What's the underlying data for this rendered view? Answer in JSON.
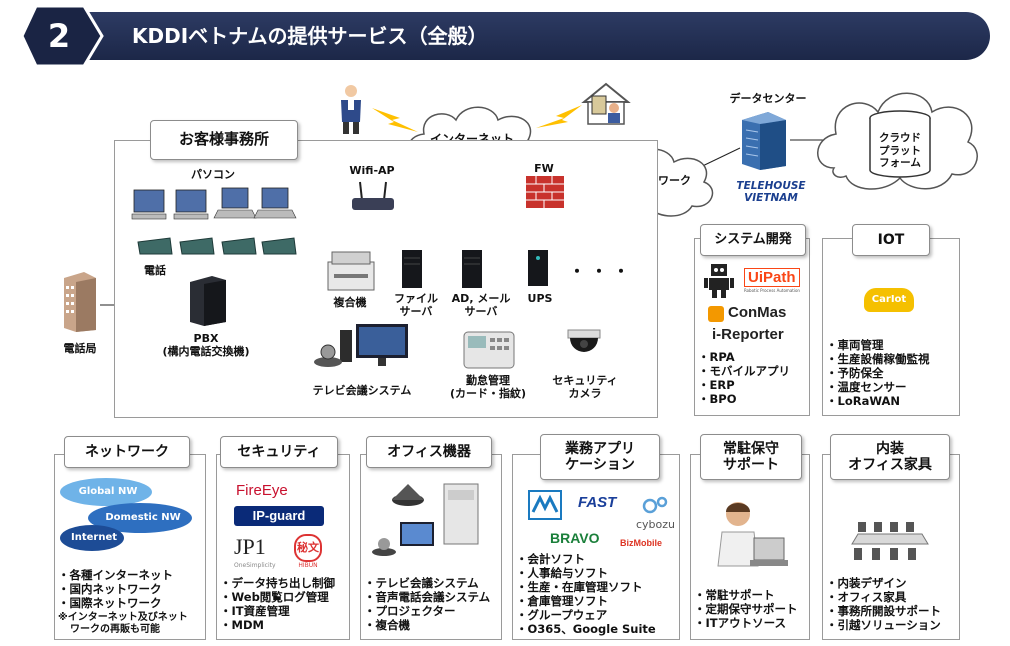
{
  "header": {
    "number": "2",
    "title": "KDDIベトナムの提供サービス（全般）"
  },
  "top": {
    "internet": "インターネット",
    "domestic": "国内ネットワーク",
    "fw": "FW",
    "datacenter": "データセンター",
    "cloud_platform": [
      "クラウド",
      "プラット",
      "フォーム"
    ],
    "telehouse": [
      "TELEHOUSE",
      "VIETNAM"
    ],
    "phone_station": "電話局"
  },
  "office": {
    "title": "お客様事務所",
    "pc": "パソコン",
    "phone": "電話",
    "pbx": [
      "PBX",
      "(構内電話交換機)"
    ],
    "wifi": "Wifi-AP",
    "mfp": "複合機",
    "fileserver": [
      "ファイル",
      "サーバ"
    ],
    "adserver": [
      "AD, メール",
      "サーバ"
    ],
    "ups": "UPS",
    "dots": "・・・",
    "tvconf": "テレビ会議システム",
    "attendance": [
      "勤怠管理",
      "(カード・指紋)"
    ],
    "camera": [
      "セキュリティ",
      "カメラ"
    ]
  },
  "sysdev": {
    "title": "システム開発",
    "uipath": "UiPath",
    "uipath_sub": "Robotic Process Automation",
    "conmas": [
      "ConMas",
      "i-Reporter"
    ],
    "items": [
      "RPA",
      "モバイルアプリ",
      "ERP",
      "BPO"
    ]
  },
  "iot": {
    "title": "IOT",
    "logo": "CarIot",
    "items": [
      "車両管理",
      "生産設備稼働監視",
      "予防保全",
      "温度センサー",
      "LoRaWAN"
    ]
  },
  "network": {
    "title": "ネットワーク",
    "clouds": [
      "Global NW",
      "Domestic NW",
      "Internet"
    ],
    "items": [
      "各種インターネット",
      "国内ネットワーク",
      "国際ネットワーク"
    ],
    "note": [
      "※インターネット及びネット",
      "ワークの再販も可能"
    ]
  },
  "security": {
    "title": "セキュリティ",
    "logos": [
      "FireEye",
      "IP-guard",
      "JP1",
      "OneSimplicity",
      "秘文",
      "HIBUN"
    ],
    "items": [
      "データ持ち出し制御",
      "Web閲覧ログ管理",
      "IT資産管理",
      "MDM"
    ]
  },
  "officeequip": {
    "title": "オフィス機器",
    "items": [
      "テレビ会議システム",
      "音声電話会議システム",
      "プロジェクター",
      "複合機"
    ]
  },
  "bizapp": {
    "title": [
      "業務アプリ",
      "ケーション"
    ],
    "logos": [
      "FAST",
      "cybozu",
      "BRAVO",
      "BizMobile"
    ],
    "items": [
      "会計ソフト",
      "人事給与ソフト",
      "生産・在庫管理ソフト",
      "倉庫管理ソフト",
      "グループウェア",
      "O365、Google Suite"
    ]
  },
  "support": {
    "title": [
      "常駐保守",
      "サポート"
    ],
    "items": [
      "常駐サポート",
      "定期保守サポート",
      "ITアウトソース"
    ]
  },
  "interior": {
    "title": [
      "内装",
      "オフィス家具"
    ],
    "items": [
      "内装デザイン",
      "オフィス家具",
      "事務所開設サポート",
      "引越ソリューション"
    ]
  },
  "colors": {
    "header": "#1f2a4c",
    "border": "#9a9a9a",
    "accent_orange": "#f08c00",
    "lightning": "#ffc000"
  }
}
